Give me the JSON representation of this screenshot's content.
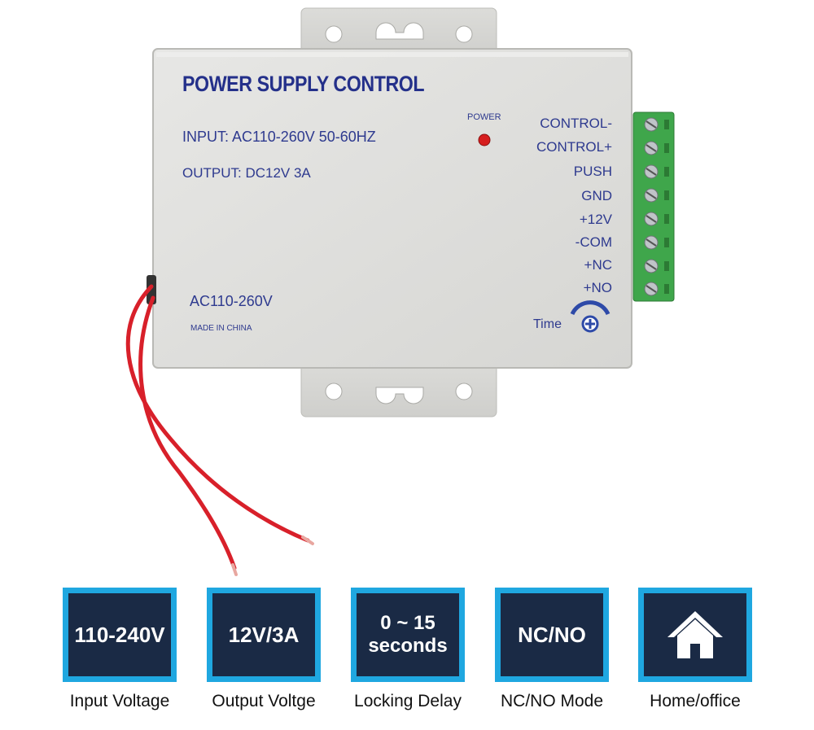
{
  "device": {
    "brand": "POWER SUPPLY CONTROL",
    "input": "INPUT: AC110-260V 50-60HZ",
    "output": "OUTPUT: DC12V  3A",
    "ac_label": "AC110-260V",
    "made_in": "MADE IN CHINA",
    "power_led_label": "POWER",
    "time_label": "Time",
    "terminals": [
      "CONTROL-",
      "CONTROL+",
      "PUSH",
      "GND",
      "+12V",
      "-COM",
      "+NC",
      "+NO"
    ]
  },
  "features": [
    {
      "value": "110-240V",
      "caption": "Input Voltage"
    },
    {
      "value": "12V/3A",
      "caption": "Output Voltge"
    },
    {
      "value_line1": "0 ~ 15",
      "value_line2": "seconds",
      "caption": "Locking Delay"
    },
    {
      "value": "NC/NO",
      "caption": "NC/NO Mode"
    },
    {
      "icon": "house-icon",
      "caption": "Home/office"
    }
  ],
  "colors": {
    "tile_border": "#1fa7e0",
    "tile_fill": "#1a2a45",
    "device_text": "#2e3a8f",
    "wire": "#d8202a",
    "terminal_block": "#3fa64b"
  }
}
